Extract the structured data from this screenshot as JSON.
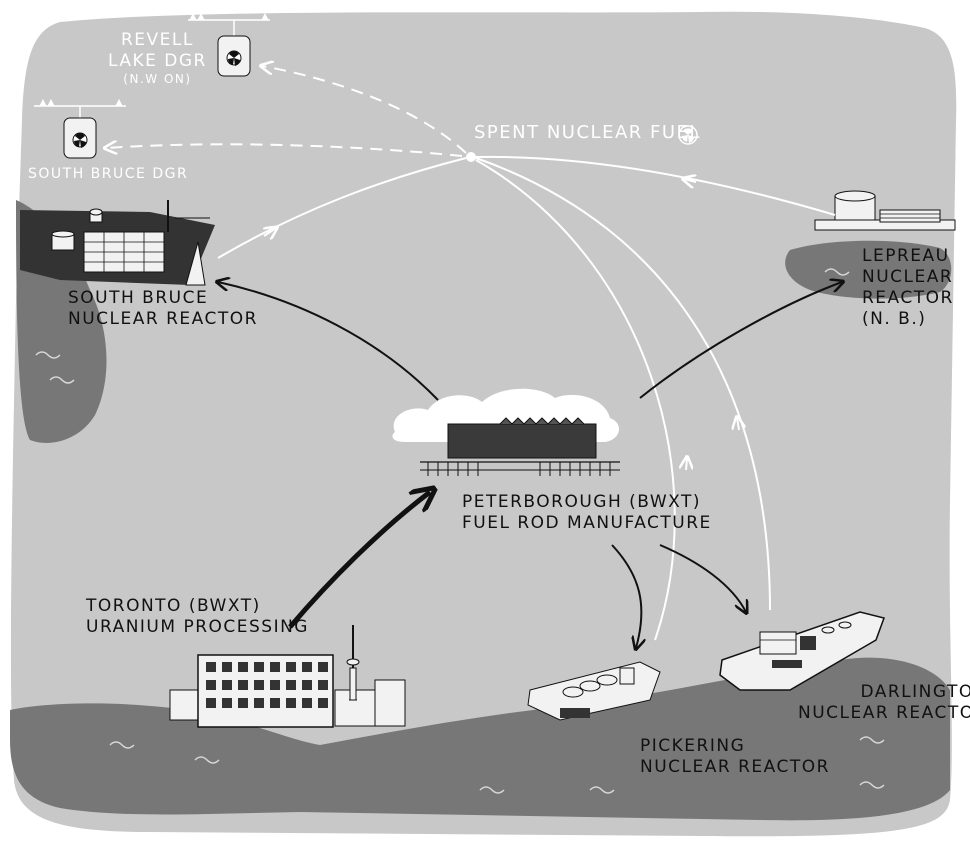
{
  "background": {
    "map_color": "#c8c8c8",
    "water_color": "#777777",
    "page_color": "#ffffff"
  },
  "labels": {
    "revell": {
      "line1": "Revell",
      "line2": "Lake DGR",
      "line3": "(N.W ON)"
    },
    "south_bruce_dgr": "South Bruce DGR",
    "spent_fuel": "Spent Nuclear Fuel",
    "south_bruce_reactor": {
      "line1": "South Bruce",
      "line2": "Nuclear Reactor"
    },
    "lepreau": {
      "line1": "Lepreau",
      "line2": "Nuclear",
      "line3": "Reactor",
      "line4": "(N. B.)"
    },
    "peterborough": {
      "line1": "Peterborough (BWXT)",
      "line2": "Fuel Rod Manufacture"
    },
    "toronto": {
      "line1": "Toronto (BWXT)",
      "line2": "Uranium Processing"
    },
    "darlington": {
      "line1": "Darlington",
      "line2": "Nuclear Reactor"
    },
    "pickering": {
      "line1": "Pickering",
      "line2": "Nuclear Reactor"
    }
  },
  "icons": {
    "radiation": "radiation-icon",
    "repository": "repository-icon",
    "factory": "factory-icon",
    "reactor": "reactor-icon",
    "cn_tower": "cn-tower-icon"
  }
}
